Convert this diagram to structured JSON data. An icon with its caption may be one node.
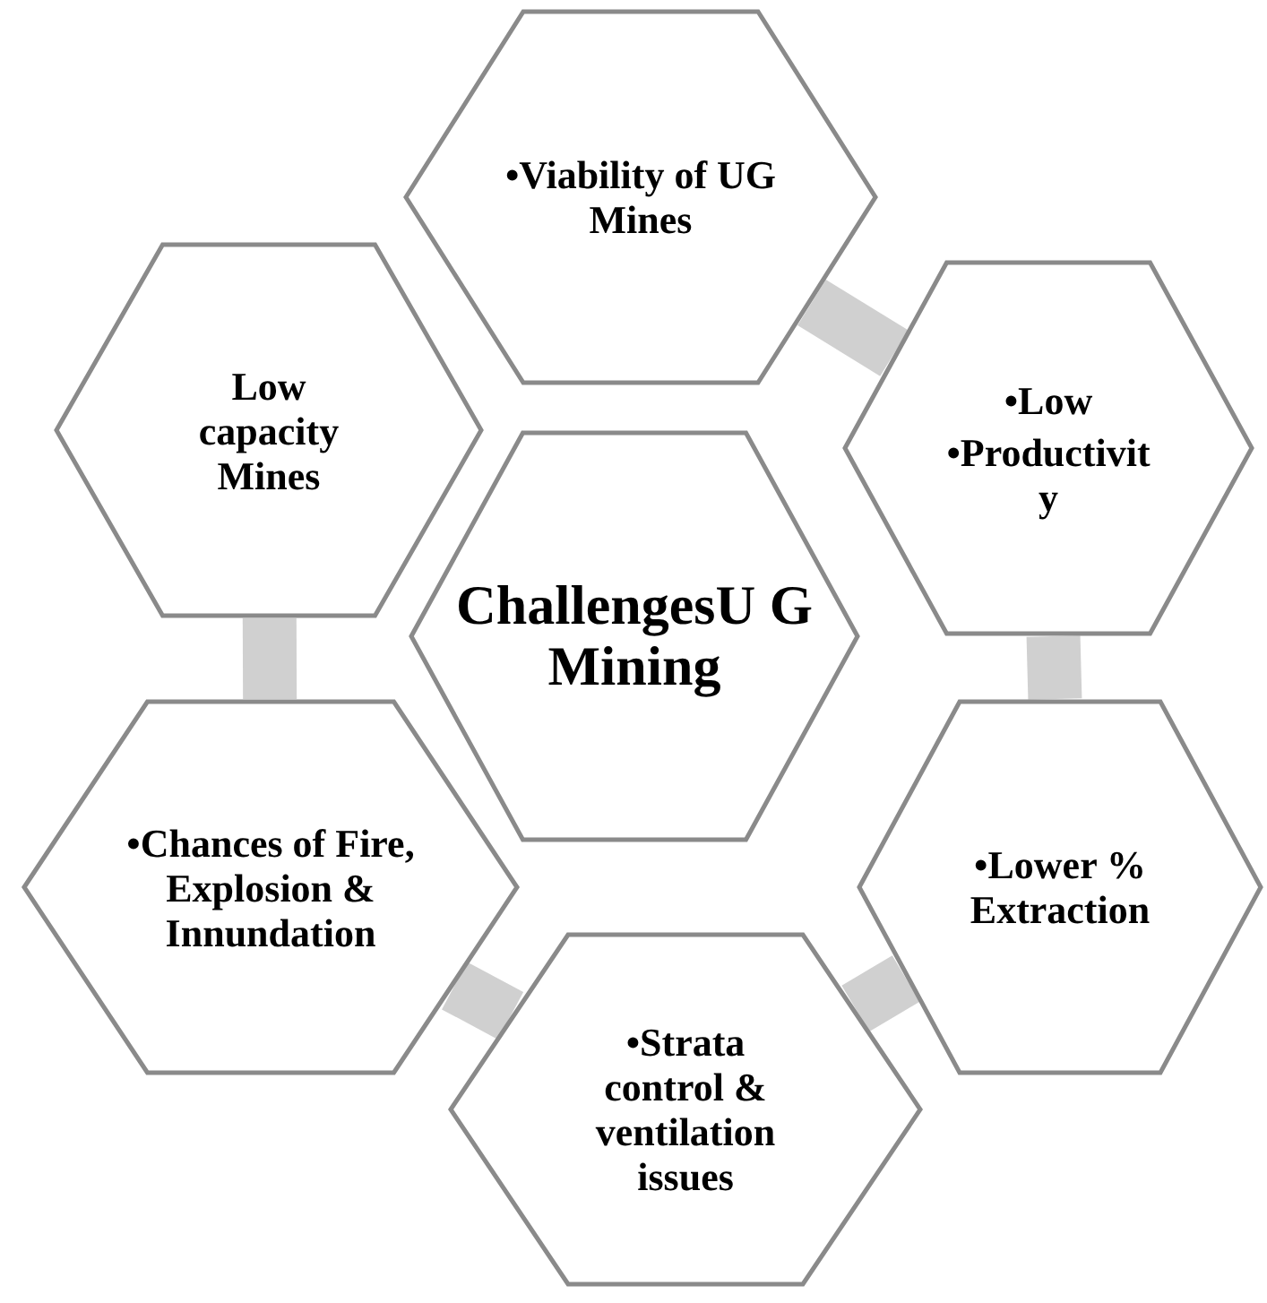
{
  "diagram": {
    "nodes": [
      {
        "text": [
          "•Viability of UG Mines"
        ]
      },
      {
        "text": [
          "Low capacity Mines"
        ]
      },
      {
        "text": [
          "•Low",
          "•Productivit y"
        ]
      },
      {
        "text": [
          "ChallengesU G Mining"
        ]
      },
      {
        "text": [
          "•Chances of Fire, Explosion & Innundation"
        ]
      },
      {
        "text": [
          "•Lower % Extraction"
        ]
      },
      {
        "text": [
          "•Strata control & ventilation issues"
        ]
      }
    ],
    "edges": [
      {
        "from": 0,
        "to": 2,
        "arrow": "none"
      },
      {
        "from": 2,
        "to": 5,
        "arrow": "none"
      },
      {
        "from": 5,
        "to": 6,
        "arrow": "none"
      },
      {
        "from": 6,
        "to": 4,
        "arrow": "none"
      },
      {
        "from": 4,
        "to": 1,
        "arrow": "none"
      }
    ]
  }
}
